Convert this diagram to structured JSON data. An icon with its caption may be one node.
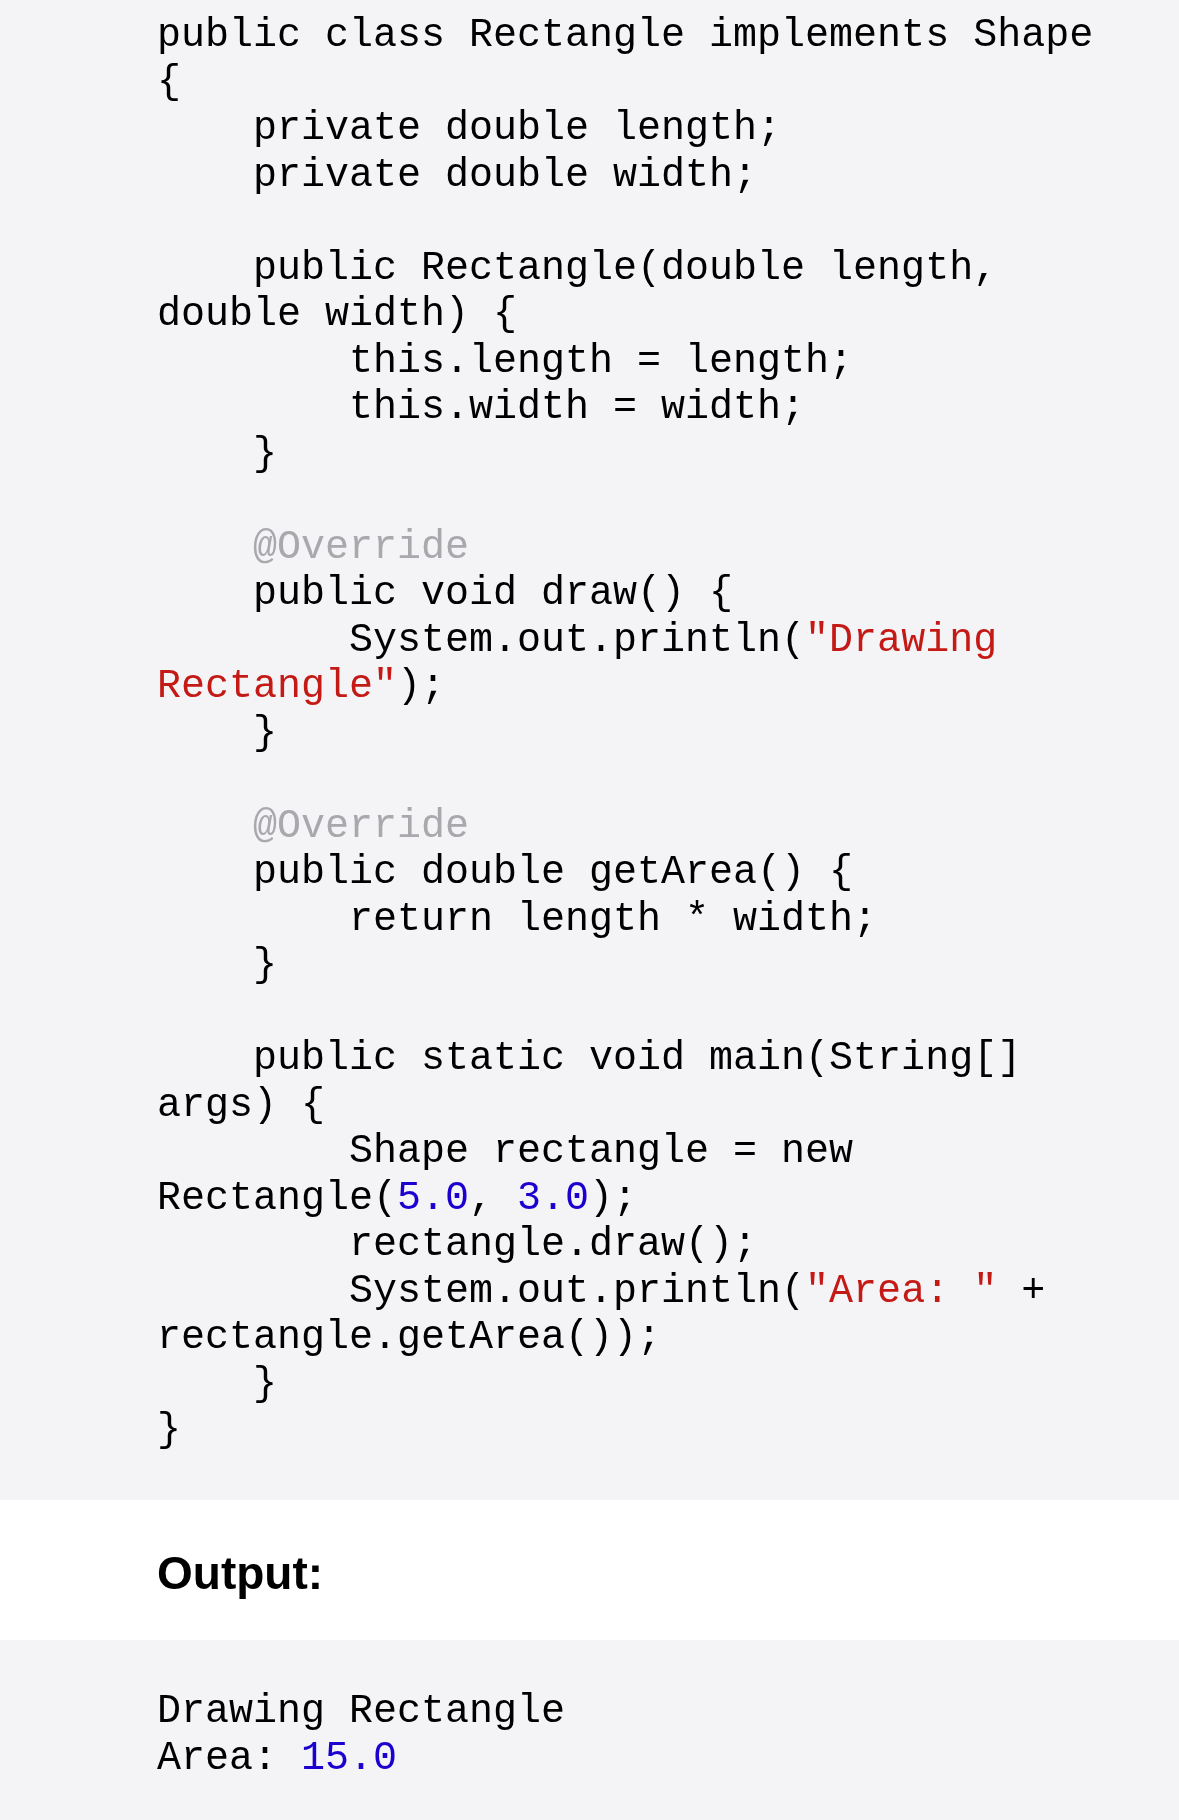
{
  "diagram": {
    "labels": [
      "public class Rectangle implements Shape",
      "{",
      "    private double length;",
      "    private double width;",
      "    public Rectangle(double length, double width) {",
      "        this.length = length;",
      "        this.width = width;",
      "    }",
      "    @Override",
      "    public void draw() {",
      "        System.out.println(\"Drawing Rectangle\");",
      "    }",
      "    @Override",
      "    public double getArea() {",
      "        return length * width;",
      "    }",
      "    public static void main(String[] args) {",
      "        Shape rectangle = new Rectangle(5.0, 3.0);",
      "        rectangle.draw();",
      "        System.out.println(\"Area: \" + rectangle.getArea());",
      "    }",
      "}",
      "Output:",
      "Drawing Rectangle",
      "Area: 15.0"
    ]
  }
}
